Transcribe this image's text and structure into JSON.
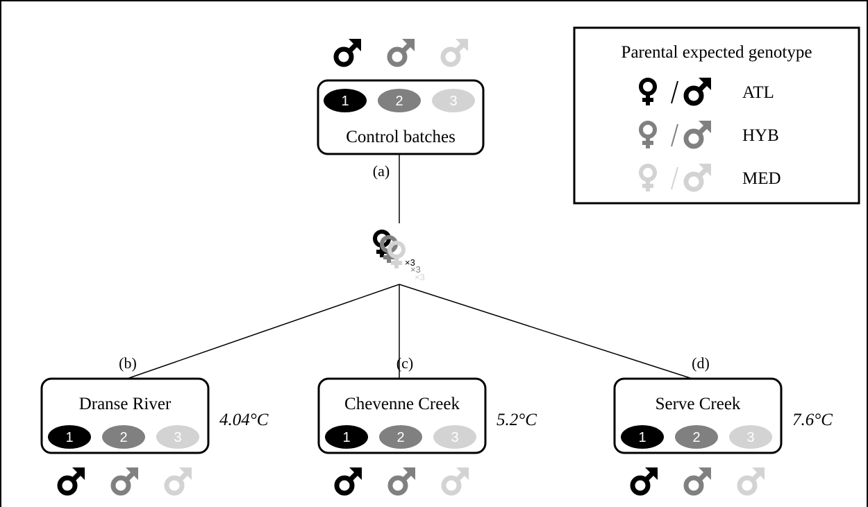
{
  "colors": {
    "atl": "#000000",
    "hyb": "#808080",
    "med": "#d3d3d3",
    "line": "#000000",
    "background": "#ffffff"
  },
  "icons": {
    "male": "male-symbol-icon",
    "female": "female-symbol-icon"
  },
  "legend": {
    "title": "Parental expected genotype",
    "rows": [
      {
        "label": "ATL",
        "color": "#000000"
      },
      {
        "label": "HYB",
        "color": "#808080"
      },
      {
        "label": "MED",
        "color": "#d3d3d3"
      }
    ]
  },
  "mother_multiplier": "×3",
  "control": {
    "letter": "(a)",
    "title": "Control batches",
    "batches": [
      "1",
      "2",
      "3"
    ]
  },
  "sites": [
    {
      "letter": "(b)",
      "name": "Dranse River",
      "temperature": "4.04°C",
      "batches": [
        "1",
        "2",
        "3"
      ]
    },
    {
      "letter": "(c)",
      "name": "Chevenne Creek",
      "temperature": "5.2°C",
      "batches": [
        "1",
        "2",
        "3"
      ]
    },
    {
      "letter": "(d)",
      "name": "Serve Creek",
      "temperature": "7.6°C",
      "batches": [
        "1",
        "2",
        "3"
      ]
    }
  ]
}
